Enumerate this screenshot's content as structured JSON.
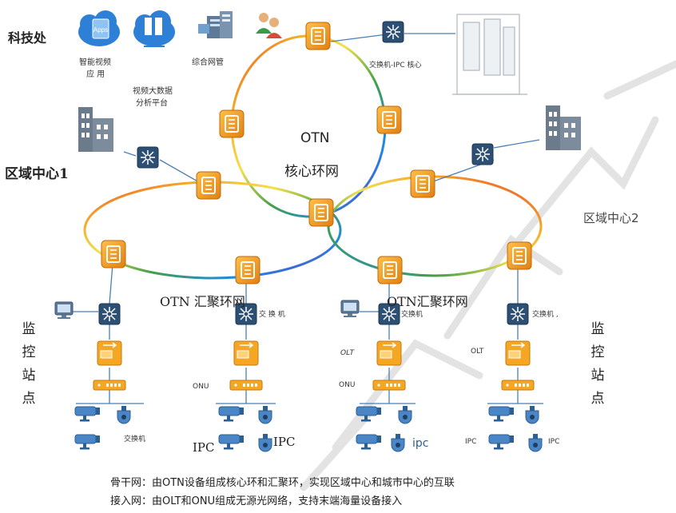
{
  "labels": {
    "keji_chu": "科技处",
    "zhineng_shipin_line1": "智能视频",
    "zhineng_shipin_line2": "应 用",
    "shipin_dashuju_line1": "视频大数据",
    "shipin_dashuju_line2": "分析平台",
    "zonghe_wangguan": "综合网管",
    "switch_ipc_core": "交换机-IPC 核心",
    "otn_core_line1": "OTN",
    "otn_core_line2": "核心环网",
    "region_center_1": "区域中心1",
    "region_center_2": "区域中心2",
    "otn_agg_ring_left": "OTN 汇聚环网",
    "otn_agg_ring_right": "OTN汇聚环网",
    "monitor_left": "监控站点",
    "monitor_right": "监控站点",
    "switch_labels": [
      "交 换 机",
      "交换机",
      "交换机 ,"
    ],
    "olt_labels": [
      "OLT",
      "OLT"
    ],
    "onu_labels": [
      "ONU",
      "ONU"
    ],
    "ipc_labels": [
      "IPC",
      "IPC",
      "ipc",
      "IPC",
      "IPC"
    ],
    "bottom_switch": "交换机",
    "apps_icon_text": "Apps"
  },
  "captions": {
    "line1": "骨干网：由OTN设备组成核心环和汇聚环，实现区域中心和城市中心的互联",
    "line2": "接入网：由OLT和ONU组成无源光网络，支持末端海量设备接入"
  },
  "colors": {
    "otn_orange": "#f5a623",
    "otn_dark": "#d97a10",
    "building": "#6b7b8c",
    "switch_blue": "#2d4f73",
    "cloud_blue": "#2e7fd6",
    "camera_blue": "#4a86c5",
    "ring_gradient": [
      "#e53935",
      "#f5a623",
      "#f4e04d",
      "#43a047",
      "#1e88e5",
      "#8e24aa"
    ]
  }
}
